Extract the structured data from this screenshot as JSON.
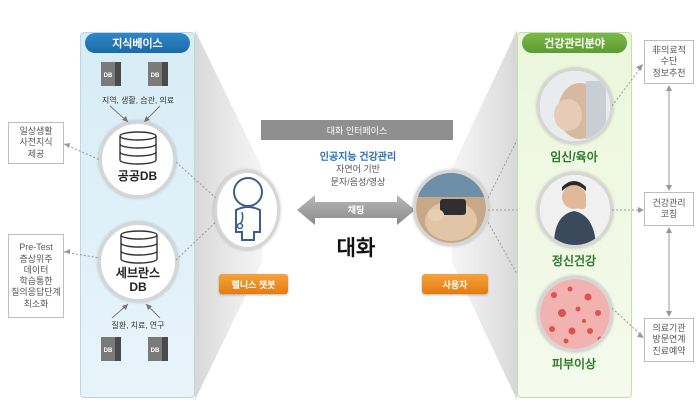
{
  "left_panel": {
    "title": "지식베이스",
    "db_label": "DB",
    "top_sources": "지역, 생활, 습관, 의료",
    "public_db": "공공DB",
    "severance_db_line1": "세브란스",
    "severance_db_line2": "DB",
    "bottom_sources": "질환, 치료, 연구"
  },
  "left_boxes": [
    {
      "lines": [
        "일상생활",
        "사전지식",
        "제공"
      ]
    },
    {
      "lines": [
        "Pre-Test",
        "증상위주",
        "데이터",
        "학습통한",
        "질의응답단계",
        "최소화"
      ]
    }
  ],
  "center": {
    "interface_title": "대화 인터페이스",
    "ai_title": "인공지능 건강관리",
    "ai_line2": "자연어 기반",
    "ai_line3": "문자/음성/영상",
    "chat_label": "채팅",
    "talk_label": "대화",
    "chatbot_button": "헬니스 챗봇",
    "user_button": "사용자"
  },
  "right_panel": {
    "title": "건강관리분야",
    "items": [
      {
        "label": "임신/육아"
      },
      {
        "label": "정신건강"
      },
      {
        "label": "피부이상"
      }
    ]
  },
  "right_boxes": [
    {
      "lines": [
        "非의료적",
        "수단",
        "정보추천"
      ]
    },
    {
      "lines": [
        "건강관리",
        "코칭"
      ]
    },
    {
      "lines": [
        "의료기관",
        "방문연계",
        "진료예약"
      ]
    }
  ],
  "colors": {
    "left_accent": "#1c6aa8",
    "right_accent": "#5d9c30",
    "orange": "#e47c12",
    "health_blue": "#2a6fb7"
  }
}
